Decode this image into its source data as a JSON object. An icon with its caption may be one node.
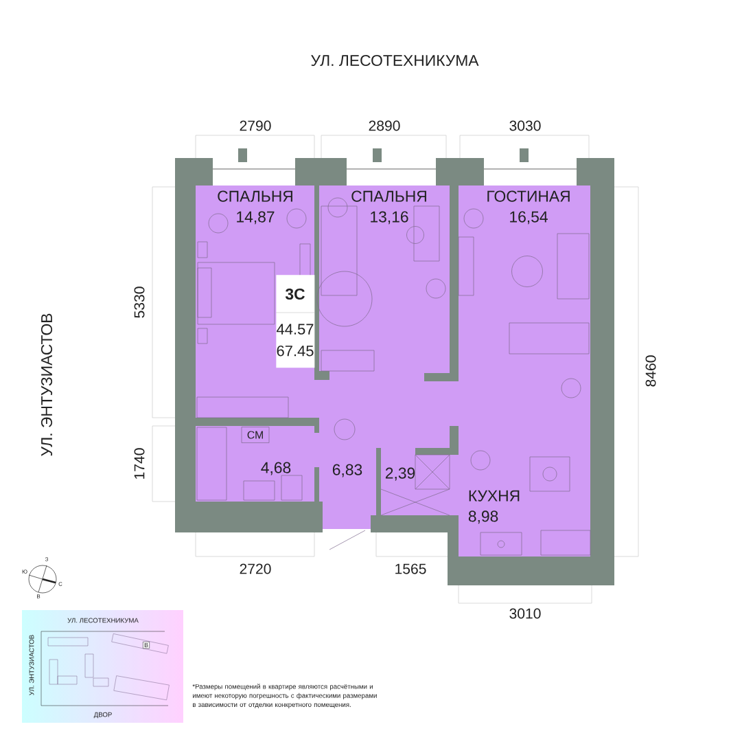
{
  "diagram": {
    "nodes": [
      {
        "text": [
          "СПАЛЬНЯ",
          "14,87"
        ]
      },
      {
        "text": [
          "СПАЛЬНЯ",
          "13,16"
        ]
      },
      {
        "text": [
          "ГОСТИНАЯ",
          "16,54"
        ]
      },
      {
        "text": [
          "3С",
          "44.57",
          "67.45"
        ]
      },
      {
        "text": [
          "4,68"
        ]
      },
      {
        "text": [
          "СМ"
        ]
      },
      {
        "text": [
          "6,83"
        ]
      },
      {
        "text": [
          "2,39"
        ]
      },
      {
        "text": [
          "КУХНЯ",
          "8,98"
        ]
      }
    ],
    "labels": [
      "УЛ. ЛЕСОТЕХНИКУМА",
      "2790",
      "2890",
      "3030",
      "5330",
      "УЛ. ЭНТУЗИАСТОВ",
      "8460",
      "1740",
      "2720",
      "1565",
      "3010",
      "З",
      "Ю",
      "С",
      "В",
      "УЛ. ЛЕСОТЕХНИКУМА",
      "УЛ. ЭНТУЗИАСТОВ",
      "В",
      "ДВОР",
      "*Размеры помещений в квартире являются расчётными и имеют некоторую погрешность с фактическими размерами в зависимости от отделки конкретного помещения."
    ]
  }
}
